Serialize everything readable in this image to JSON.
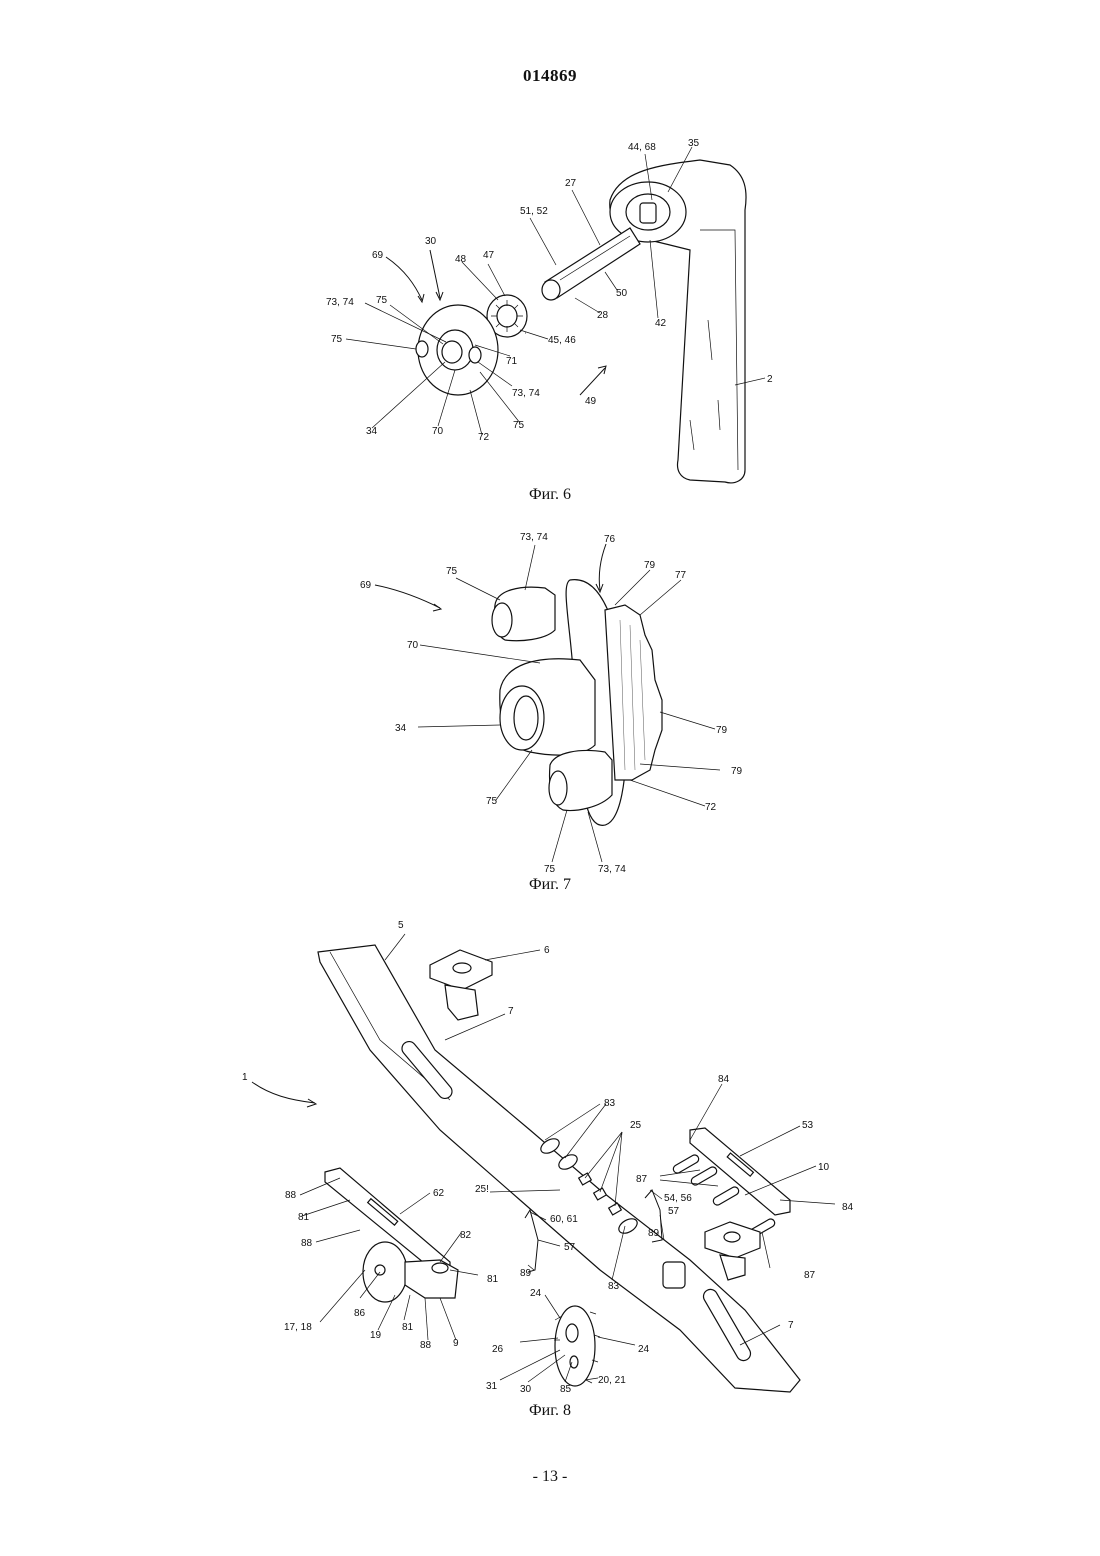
{
  "document_number": "014869",
  "page_number": "- 13 -",
  "figures": [
    {
      "caption": "Фиг. 6",
      "labels": [
        "44, 68",
        "35",
        "27",
        "51, 52",
        "69",
        "30",
        "48",
        "47",
        "73, 74",
        "75",
        "75",
        "71",
        "45, 46",
        "50",
        "28",
        "42",
        "2",
        "73, 74",
        "49",
        "34",
        "70",
        "72",
        "75"
      ]
    },
    {
      "caption": "Фиг. 7",
      "labels": [
        "73, 74",
        "76",
        "75",
        "79",
        "77",
        "69",
        "70",
        "79",
        "34",
        "79",
        "72",
        "75",
        "75",
        "73, 74"
      ]
    },
    {
      "caption": "Фиг. 8",
      "labels": [
        "5",
        "6",
        "7",
        "1",
        "84",
        "83",
        "25",
        "53",
        "10",
        "87",
        "84",
        "25!",
        "54, 56",
        "88",
        "62",
        "81",
        "82",
        "60, 61",
        "57",
        "89",
        "57",
        "89",
        "88",
        "83",
        "81",
        "87",
        "17, 18",
        "86",
        "19",
        "81",
        "88",
        "9",
        "24",
        "26",
        "24",
        "31",
        "30",
        "85",
        "20, 21",
        "7"
      ]
    }
  ]
}
